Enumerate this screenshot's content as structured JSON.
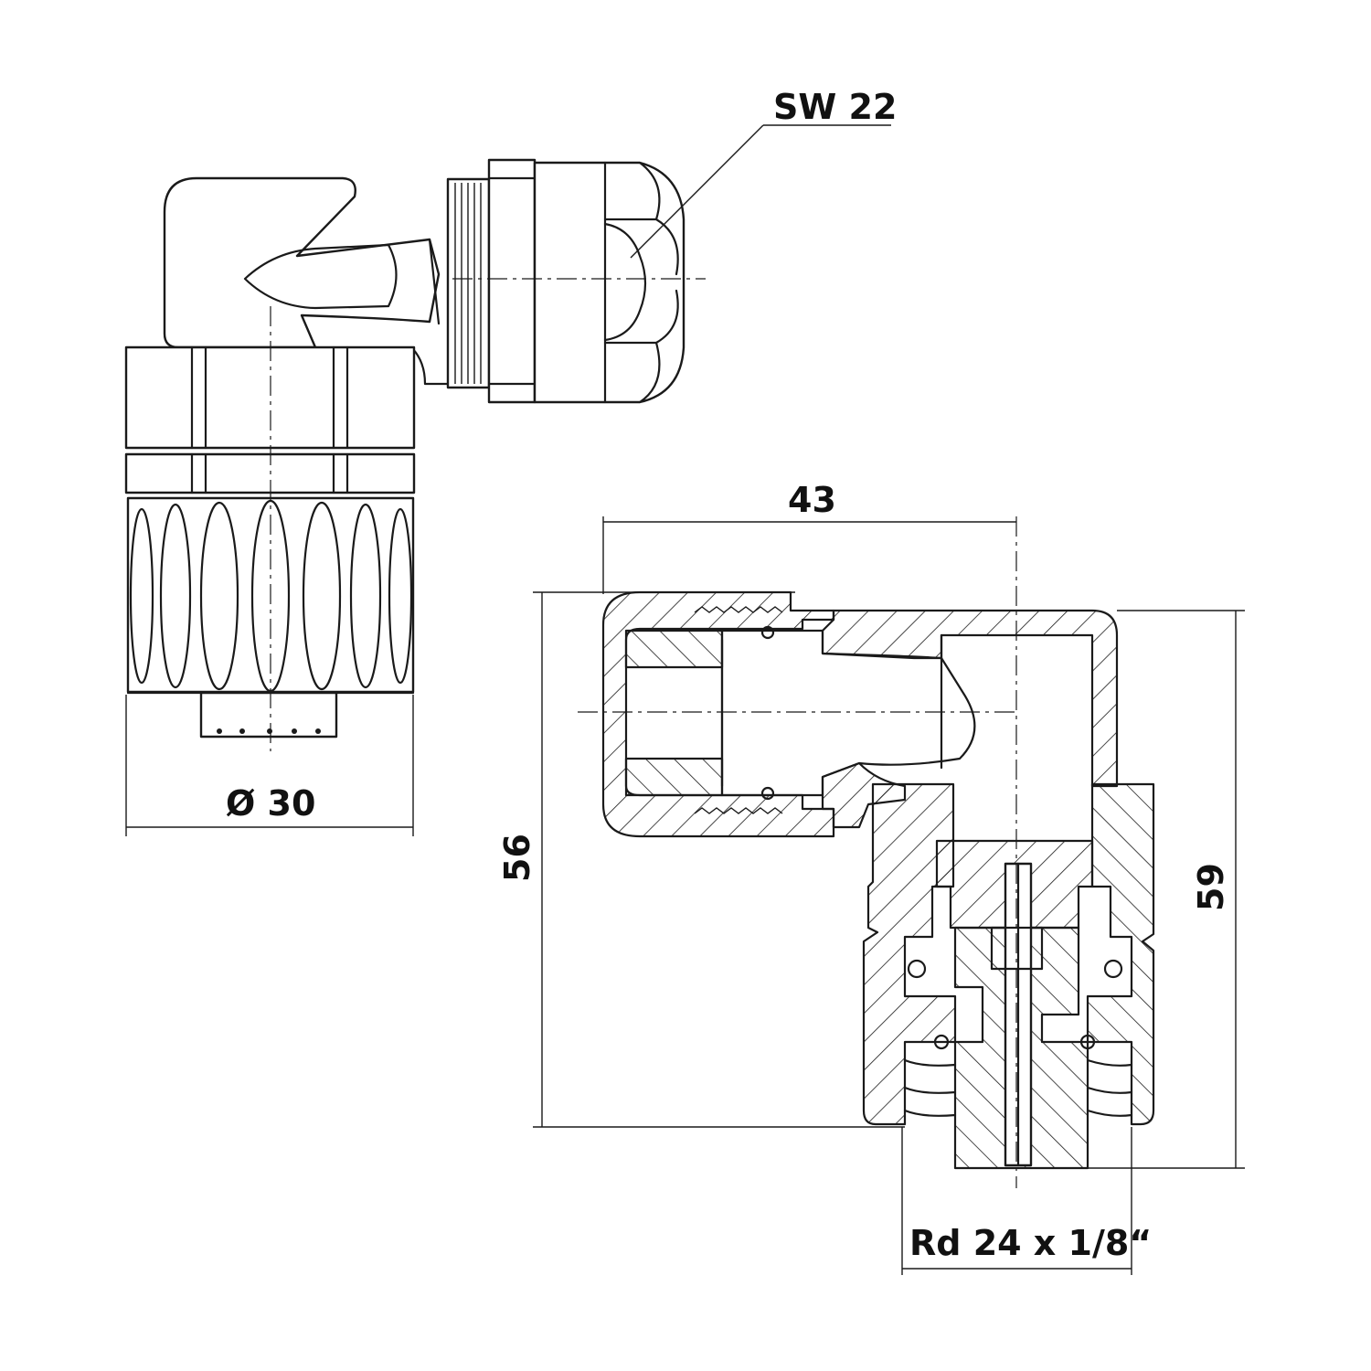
{
  "labels": {
    "wrench_size": "SW 22",
    "diameter": "Ø 30",
    "length": "43",
    "height_short": "56",
    "height_tall": "59",
    "thread": "Rd 24 x 1/8“"
  },
  "colors": {
    "line": "#1a1a1a",
    "background": "#ffffff"
  }
}
